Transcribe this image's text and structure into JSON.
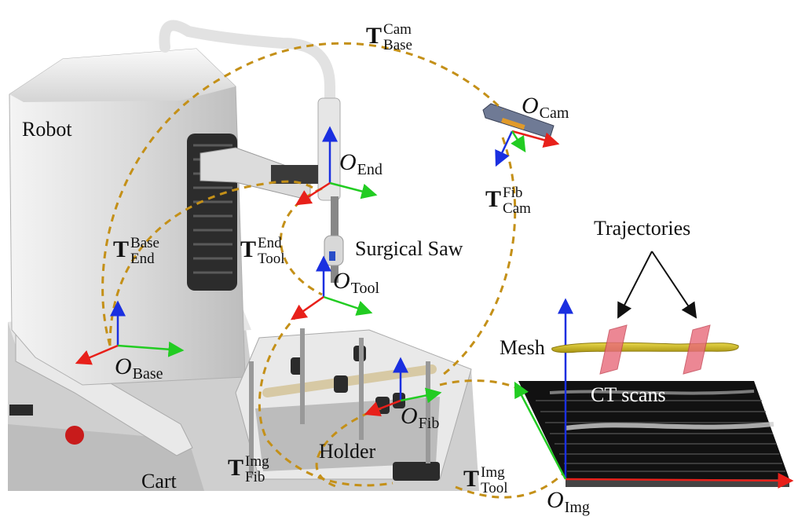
{
  "labels": {
    "robot": "Robot",
    "cart": "Cart",
    "holder": "Holder",
    "surgical_saw": "Surgical Saw",
    "trajectories": "Trajectories",
    "mesh": "Mesh",
    "ct_scans": "CT scans"
  },
  "frames": {
    "base": {
      "symbol": "O",
      "sub": "Base"
    },
    "end": {
      "symbol": "O",
      "sub": "End"
    },
    "tool": {
      "symbol": "O",
      "sub": "Tool"
    },
    "cam": {
      "symbol": "O",
      "sub": "Cam"
    },
    "fib": {
      "symbol": "O",
      "sub": "Fib"
    },
    "img": {
      "symbol": "O",
      "sub": "Img"
    }
  },
  "transforms": {
    "cam_base": {
      "symbol": "T",
      "sup": "Cam",
      "sub": "Base"
    },
    "base_end": {
      "symbol": "T",
      "sup": "Base",
      "sub": "End"
    },
    "end_tool": {
      "symbol": "T",
      "sup": "End",
      "sub": "Tool"
    },
    "fib_cam": {
      "symbol": "T",
      "sup": "Fib",
      "sub": "Cam"
    },
    "img_fib": {
      "symbol": "T",
      "sup": "Img",
      "sub": "Fib"
    },
    "img_tool": {
      "symbol": "T",
      "sup": "Img",
      "sub": "Tool"
    }
  },
  "colors": {
    "x_axis": "#e8201a",
    "y_axis": "#22cc22",
    "z_axis": "#1a2fe0",
    "loop": "#c49018",
    "trajectory_plane": "#e86a7a",
    "bone": "#d6c21f"
  }
}
